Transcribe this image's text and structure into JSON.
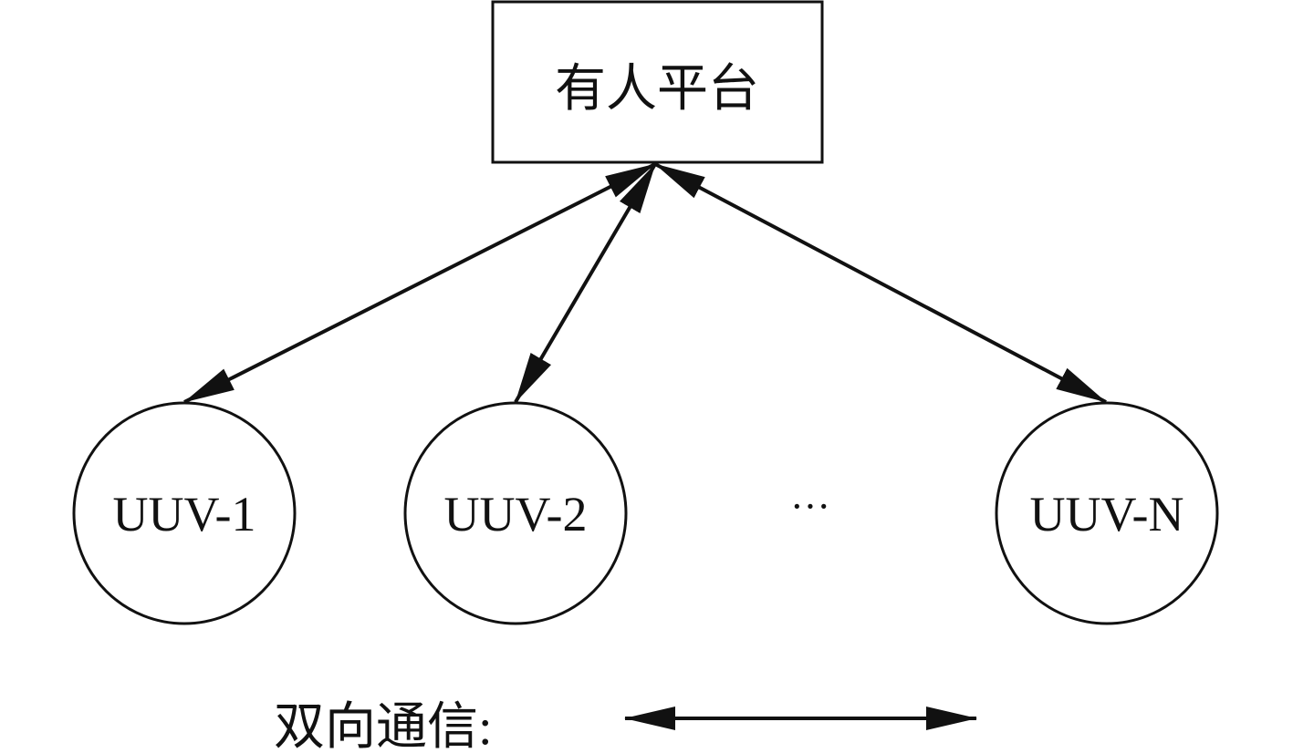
{
  "diagram": {
    "platform": {
      "label": "有人平台"
    },
    "uuvs": [
      {
        "label": "UUV-1"
      },
      {
        "label": "UUV-2"
      },
      {
        "label": "UUV-N"
      }
    ],
    "ellipsis": "···",
    "legend": {
      "label": "双向通信:"
    }
  },
  "colors": {
    "stroke": "#111111",
    "background": "#ffffff"
  }
}
